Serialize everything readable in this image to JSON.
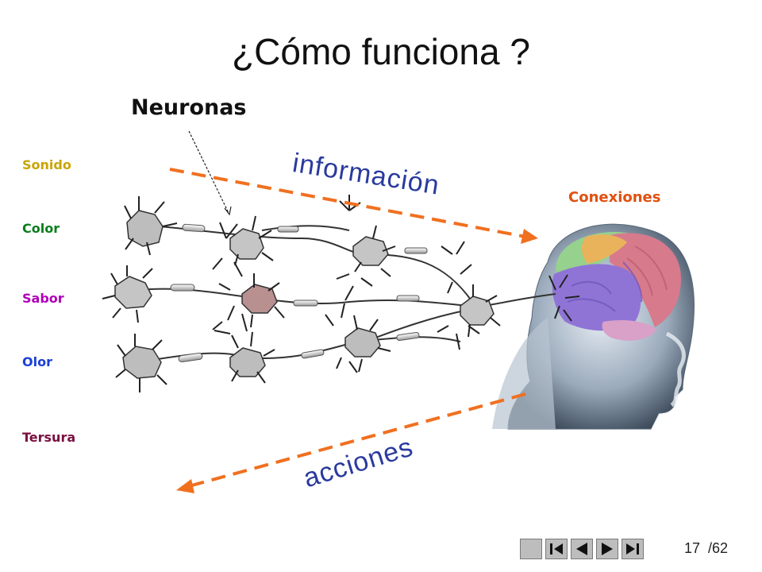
{
  "slide": {
    "title": "¿Cómo funciona ?",
    "neurons_label": "Neuronas",
    "connections_label": "Conexiones",
    "information_label": "información",
    "actions_label": "acciones"
  },
  "senses": [
    {
      "label": "Sonido",
      "color": "#c9a400"
    },
    {
      "label": "Color",
      "color": "#0a7d1e"
    },
    {
      "label": "Sabor",
      "color": "#b000b8"
    },
    {
      "label": "Olor",
      "color": "#1a3fd6"
    },
    {
      "label": "Tersura",
      "color": "#7a1040"
    }
  ],
  "colors": {
    "arrow": "#f07020",
    "labels": "#2a3a9e",
    "connections": "#e05010",
    "neuron_highlight": "#b89090"
  },
  "navigation": {
    "current_page": "17",
    "total_pages": "/62",
    "buttons": [
      "blank-icon",
      "first-page-icon",
      "prev-page-icon",
      "next-page-icon",
      "last-page-icon"
    ]
  }
}
